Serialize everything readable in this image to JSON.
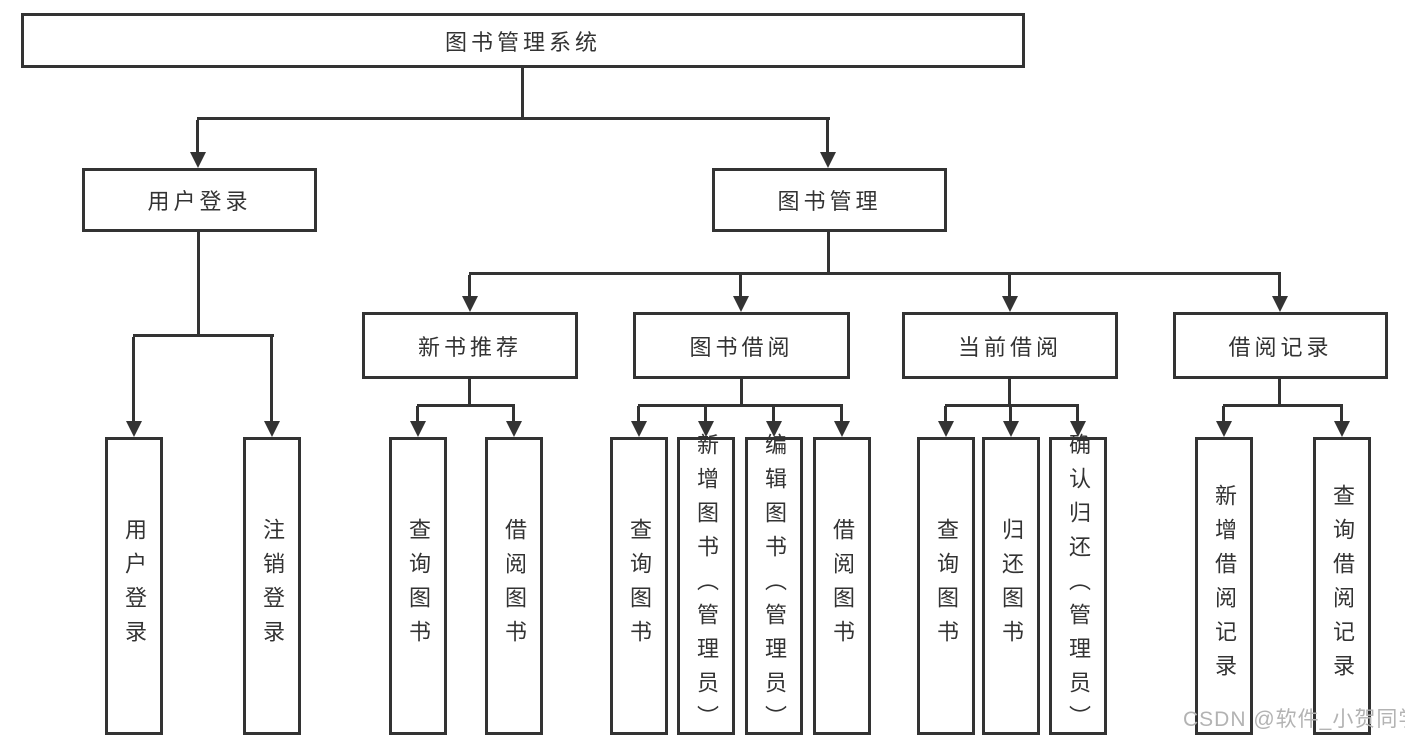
{
  "nodes": {
    "root": "图书管理系统",
    "level2": {
      "user_login": "用户登录",
      "book_management": "图书管理"
    },
    "level3": {
      "new_book_recommend": "新书推荐",
      "book_borrow": "图书借阅",
      "current_borrow": "当前借阅",
      "borrow_record": "借阅记录"
    },
    "leaves": {
      "user_login": "用户登录",
      "logout": "注销登录",
      "nbr_query_books": "查询图书",
      "nbr_borrow_books": "借阅图书",
      "bb_query_books": "查询图书",
      "bb_add_books_admin": "新增图书（管理员）",
      "bb_edit_books_admin": "编辑图书（管理员）",
      "bb_borrow_books": "借阅图书",
      "cb_query_books": "查询图书",
      "cb_return_books": "归还图书",
      "cb_confirm_return_admin": "确认归还（管理员）",
      "br_add_record": "新增借阅记录",
      "br_query_record": "查询借阅记录"
    }
  },
  "watermark": "CSDN @软件_小贺同学",
  "colors": {
    "line": "#333333",
    "text": "#333333",
    "watermark": "#b3b3b3",
    "background": "#ffffff"
  }
}
